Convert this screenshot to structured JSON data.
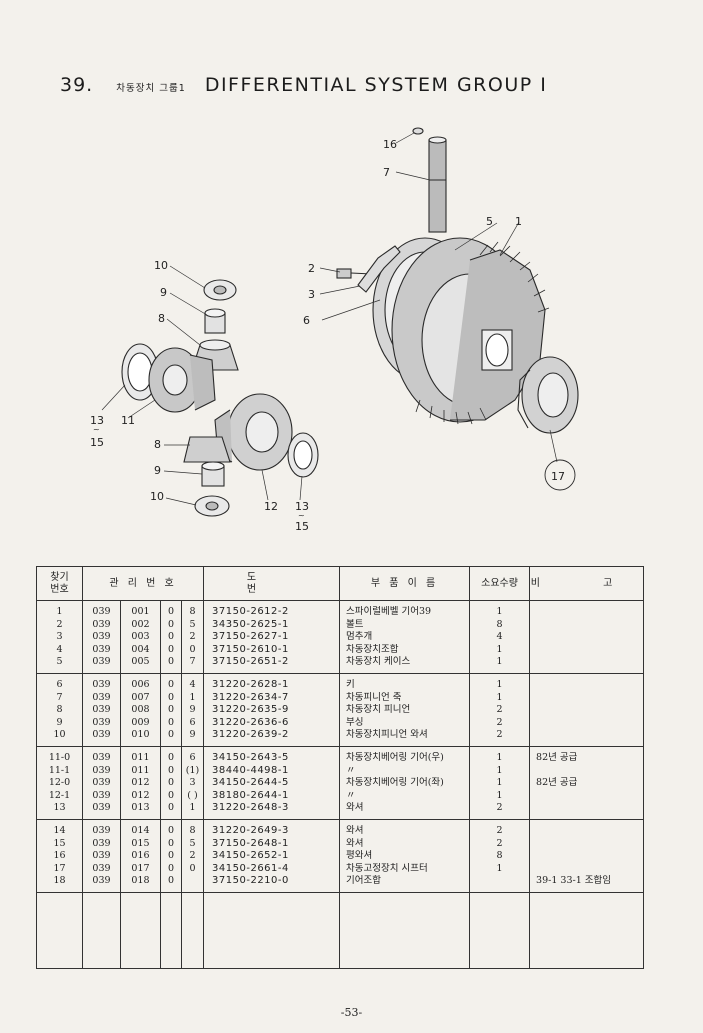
{
  "title": {
    "number": "39.",
    "korean": "차동장치 그룹1",
    "english": "DIFFERENTIAL SYSTEM GROUP I"
  },
  "callouts": [
    "1",
    "2",
    "3",
    "5",
    "6",
    "7",
    "16",
    "17",
    "10",
    "9",
    "8",
    "13",
    "11",
    "15",
    "8",
    "9",
    "10",
    "12",
    "13",
    "15"
  ],
  "table": {
    "headers": [
      "찾기\n번호",
      "관 리 번 호",
      "도 번",
      "부 품 이 름",
      "소요수량",
      "비 고"
    ],
    "groups": [
      [
        {
          "find": "1",
          "c1": "039",
          "c2": "001",
          "c3": "0",
          "c4": "8",
          "drawing": "37150-2612-2",
          "name": "스파이럴베벨 기어39",
          "qty": "1",
          "remark": ""
        },
        {
          "find": "2",
          "c1": "039",
          "c2": "002",
          "c3": "0",
          "c4": "5",
          "drawing": "34350-2625-1",
          "name": "볼트",
          "qty": "8",
          "remark": ""
        },
        {
          "find": "3",
          "c1": "039",
          "c2": "003",
          "c3": "0",
          "c4": "2",
          "drawing": "37150-2627-1",
          "name": "멈추개",
          "qty": "4",
          "remark": ""
        },
        {
          "find": "4",
          "c1": "039",
          "c2": "004",
          "c3": "0",
          "c4": "0",
          "drawing": "37150-2610-1",
          "name": "차동장치조합",
          "qty": "1",
          "remark": ""
        },
        {
          "find": "5",
          "c1": "039",
          "c2": "005",
          "c3": "0",
          "c4": "7",
          "drawing": "37150-2651-2",
          "name": "차동장치 케이스",
          "qty": "1",
          "remark": ""
        }
      ],
      [
        {
          "find": "6",
          "c1": "039",
          "c2": "006",
          "c3": "0",
          "c4": "4",
          "drawing": "31220-2628-1",
          "name": "키",
          "qty": "1",
          "remark": ""
        },
        {
          "find": "7",
          "c1": "039",
          "c2": "007",
          "c3": "0",
          "c4": "1",
          "drawing": "31220-2634-7",
          "name": "차동피니언 축",
          "qty": "1",
          "remark": ""
        },
        {
          "find": "8",
          "c1": "039",
          "c2": "008",
          "c3": "0",
          "c4": "9",
          "drawing": "31220-2635-9",
          "name": "차동장치 피니언",
          "qty": "2",
          "remark": ""
        },
        {
          "find": "9",
          "c1": "039",
          "c2": "009",
          "c3": "0",
          "c4": "6",
          "drawing": "31220-2636-6",
          "name": "부싱",
          "qty": "2",
          "remark": ""
        },
        {
          "find": "10",
          "c1": "039",
          "c2": "010",
          "c3": "0",
          "c4": "9",
          "drawing": "31220-2639-2",
          "name": "차동장치피니언 와셔",
          "qty": "2",
          "remark": ""
        }
      ],
      [
        {
          "find": "11-0",
          "c1": "039",
          "c2": "011",
          "c3": "0",
          "c4": "6",
          "drawing": "34150-2643-5",
          "name": "차동장치베어링 기어(우)",
          "qty": "1",
          "remark": "82년 공급"
        },
        {
          "find": "11-1",
          "c1": "039",
          "c2": "011",
          "c3": "0",
          "c4": "(1)",
          "drawing": "38440-4498-1",
          "name": "〃",
          "qty": "1",
          "remark": ""
        },
        {
          "find": "12-0",
          "c1": "039",
          "c2": "012",
          "c3": "0",
          "c4": "3",
          "drawing": "34150-2644-5",
          "name": "차동장치베어링 기어(좌)",
          "qty": "1",
          "remark": "82년 공급"
        },
        {
          "find": "12-1",
          "c1": "039",
          "c2": "012",
          "c3": "0",
          "c4": "( )",
          "drawing": "38180-2644-1",
          "name": "〃",
          "qty": "1",
          "remark": ""
        },
        {
          "find": "13",
          "c1": "039",
          "c2": "013",
          "c3": "0",
          "c4": "1",
          "drawing": "31220-2648-3",
          "name": "와셔",
          "qty": "2",
          "remark": ""
        }
      ],
      [
        {
          "find": "14",
          "c1": "039",
          "c2": "014",
          "c3": "0",
          "c4": "8",
          "drawing": "31220-2649-3",
          "name": "와셔",
          "qty": "2",
          "remark": ""
        },
        {
          "find": "15",
          "c1": "039",
          "c2": "015",
          "c3": "0",
          "c4": "5",
          "drawing": "37150-2648-1",
          "name": "와셔",
          "qty": "2",
          "remark": ""
        },
        {
          "find": "16",
          "c1": "039",
          "c2": "016",
          "c3": "0",
          "c4": "2",
          "drawing": "34150-2652-1",
          "name": "평와셔",
          "qty": "8",
          "remark": ""
        },
        {
          "find": "17",
          "c1": "039",
          "c2": "017",
          "c3": "0",
          "c4": "0",
          "drawing": "34150-2661-4",
          "name": "차동고정장치 시프터",
          "qty": "1",
          "remark": ""
        },
        {
          "find": "18",
          "c1": "039",
          "c2": "018",
          "c3": "0",
          "c4": "",
          "drawing": "37150-2210-0",
          "name": "기어조합",
          "qty": "",
          "remark": "39-1 33-1 조합임"
        }
      ]
    ]
  },
  "page_number": "-53-"
}
